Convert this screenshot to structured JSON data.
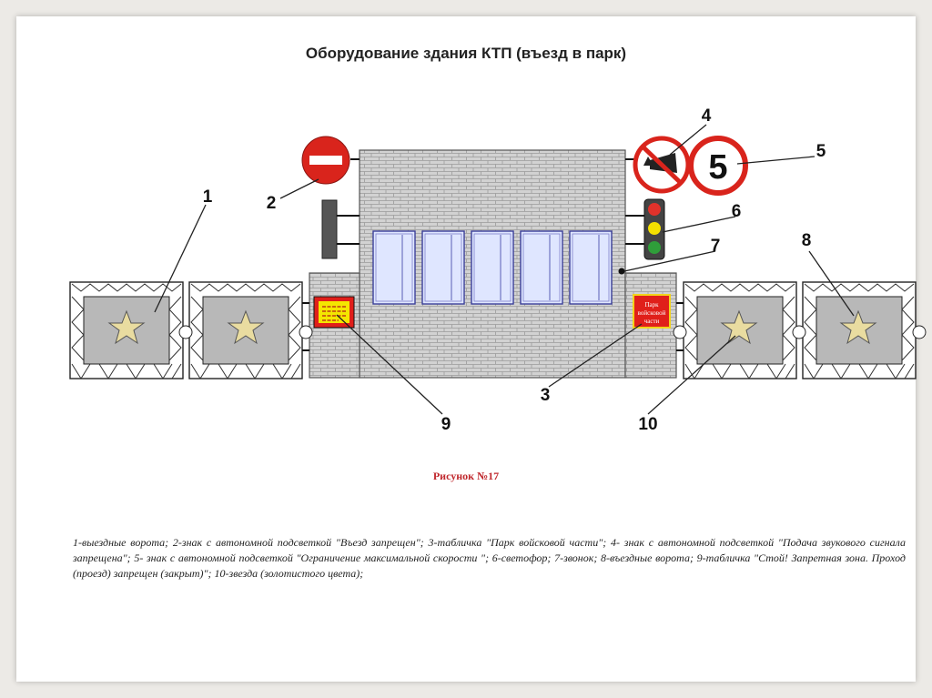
{
  "title": "Оборудование здания  КТП (въезд в парк)",
  "figure_label": "Рисунок №17",
  "caption": "1-выездные ворота; 2-знак с автономной подсветкой \"Въезд запрещен\"; 3-табличка \"Парк войсковой части\"; 4- знак с автономной подсветкой \"Подача звукового сигнала запрещена\"; 5- знак с автономной подсветкой \"Ограничение максимальной скорости \"; 6-светофор; 7-звонок; 8-въездные ворота;     9-табличка \"Стой! Запретная зона. Проход (проезд) запрещен (закрыт)\"; 10-звезда (золотистого цвета);",
  "callouts": [
    "1",
    "2",
    "3",
    "4",
    "5",
    "6",
    "7",
    "8",
    "9",
    "10"
  ],
  "speed_limit": "5",
  "plate_text": [
    "Парк",
    "войсковой",
    "части"
  ],
  "colors": {
    "brick": "#cfcfcf",
    "gate_panel": "#b8b8b8",
    "star": "#e9dca0",
    "sign_red": "#d9241c",
    "plate_red": "#e01f1a",
    "plate_yellow": "#f4e600"
  }
}
